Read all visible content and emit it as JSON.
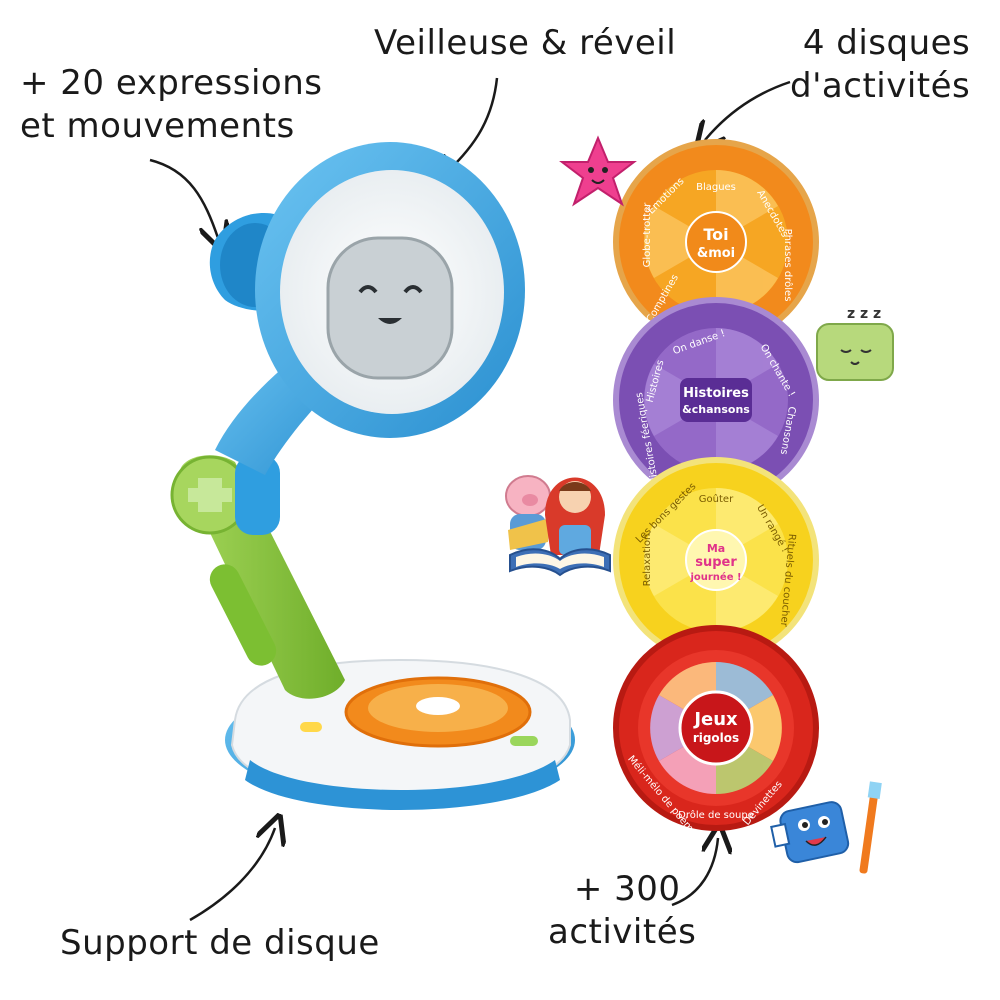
{
  "labels": {
    "expressions": [
      "+ 20 expressions",
      "et mouvements"
    ],
    "veilleuse": "Veilleuse & réveil",
    "disques": [
      "4 disques",
      "d'activités"
    ],
    "support": "Support de disque",
    "activites": [
      "+ 300",
      "activités"
    ]
  },
  "discs": [
    {
      "title_lines": [
        "Toi",
        "&moi"
      ],
      "color": "#f28a1c",
      "inner": "#f6a623",
      "segments": [
        "Blagues",
        "Anecdotes",
        "Phrases drôles",
        "Comptines",
        "Globe-trotter",
        "Émotions"
      ]
    },
    {
      "title_lines": [
        "Histoires",
        "&chansons"
      ],
      "color": "#7b4fb3",
      "inner": "#9469c8",
      "segments": [
        "On chante !",
        "Chansons",
        "Histoires",
        "Histoires féeriques",
        "On danse !"
      ]
    },
    {
      "title_lines": [
        "Ma",
        "super",
        "journée !"
      ],
      "color": "#f7d21e",
      "inner": "#fbe24a",
      "segments": [
        "Goûter",
        "Un rangé !",
        "Rituels du coucher",
        "Relaxation",
        "Les bons gestes"
      ]
    },
    {
      "title_lines": [
        "Jeux",
        "rigolos"
      ],
      "color": "#d9261c",
      "inner": "#e8362a",
      "segments": [
        "Devinettes",
        "Drôle de soupe",
        "Méli-mélo de poèmes"
      ]
    }
  ],
  "colors": {
    "lamp_blue": "#3fa9e6",
    "lamp_green": "#8cc63f",
    "base_white": "#f4f6f8",
    "face_screen": "#c9d0d4"
  },
  "icons": [
    "arrow-icon",
    "star-character-icon",
    "pillow-character-icon",
    "pig-character-icon",
    "red-riding-hood-icon",
    "toothpaste-character-icon"
  ]
}
